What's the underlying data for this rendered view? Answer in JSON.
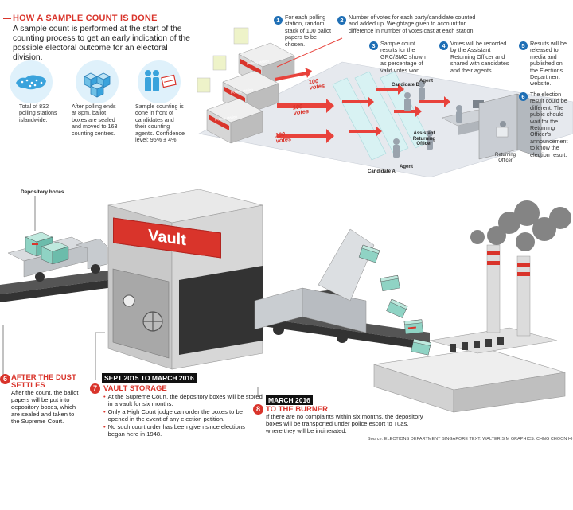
{
  "header": {
    "title": "HOW A SAMPLE COUNT IS DONE",
    "intro": "A sample count is performed at the start of the counting process to get an early indication of the possible electoral outcome for an electoral division."
  },
  "icons": [
    {
      "icon": "singapore-map-icon",
      "caption": "Total of 832 polling stations islandwide."
    },
    {
      "icon": "ballot-boxes-icon",
      "caption": "After polling ends at 8pm, ballot boxes are sealed and moved to 163 counting centres."
    },
    {
      "icon": "agents-icon",
      "caption": "Sample counting is done in front of candidates and their counting agents. Confidence level: 95% ± 4%."
    }
  ],
  "steps": [
    {
      "n": "1",
      "text": "For each polling station, random stack of 100 ballot papers to be chosen."
    },
    {
      "n": "2",
      "text": "Number of votes for each party/candidate counted and added up. Weightage given to account for difference in number of votes cast at each station."
    },
    {
      "n": "3",
      "text": "Sample count results for the GRC/SMC shown as percentage of valid votes won."
    },
    {
      "n": "4",
      "text": "Votes will be recorded by the Assistant Returning Officer and shared with candidates and their agents."
    },
    {
      "n": "5",
      "text": "Results will be released to media and published on the Elections Department website."
    },
    {
      "n": "6",
      "text": "The election result could be different. The public should wait for the Returning Officer's announcement to know the election result."
    }
  ],
  "scene": {
    "station_label": "Polling station",
    "votes_label": "100 votes",
    "candidate_a": "Candidate A",
    "candidate_b": "Candidate B",
    "agent": "Agent",
    "aro": "Assistant Returning Officer",
    "ro": "Returning Officer"
  },
  "bottom": {
    "depository_label": "Depository boxes",
    "vault_sign": "Vault",
    "s6": {
      "n": "6",
      "title": "AFTER THE DUST SETTLES",
      "text": "After the count, the ballot papers will be put into depository boxes, which are sealed and taken to the Supreme Court."
    },
    "s7": {
      "n": "7",
      "bar": "SEPT 2015 TO MARCH 2016",
      "title": "VAULT STORAGE",
      "bullets": [
        "At the Supreme Court, the depository boxes will be stored in a vault for six months.",
        "Only a High Court judge can order the boxes to be opened in the event of any election petition.",
        "No such court order has been given since elections began here in 1948."
      ]
    },
    "s8": {
      "n": "8",
      "bar": "MARCH 2016",
      "title": "TO THE BURNER",
      "text": "If there are no complaints within six months, the depository boxes will be transported under police escort to Tuas, where they will be incinerated."
    }
  },
  "source": "Source: ELECTIONS DEPARTMENT SINGAPORE   TEXT: WALTER SIM   GRAPHICS: CHNG CHOON HIONG",
  "colors": {
    "accent": "#d9342b",
    "step_blue": "#1f6fb5",
    "box_teal": "#8fd3c4"
  }
}
